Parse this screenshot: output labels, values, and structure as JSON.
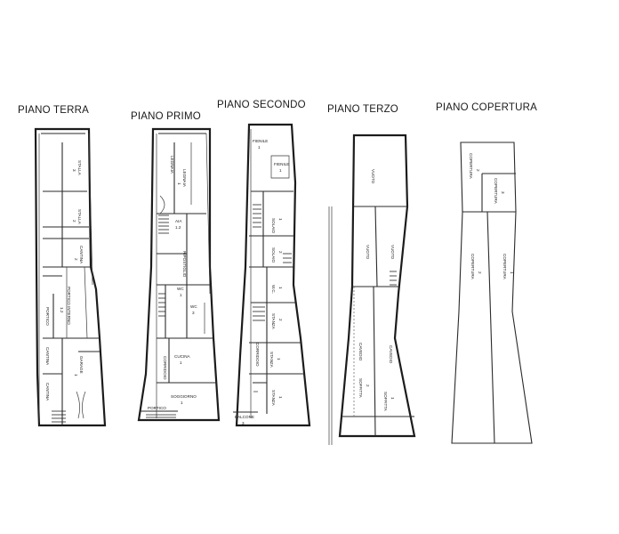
{
  "floors": [
    {
      "title": "PIANO TERRA",
      "rooms": [
        {
          "label": "STALLA",
          "num": "3"
        },
        {
          "label": "STALLA",
          "num": "2"
        },
        {
          "label": "CANTINA",
          "num": "2"
        },
        {
          "label": "PORTICO INTERNO",
          "num": "1.2"
        },
        {
          "label": "PORTICO",
          "num": ""
        },
        {
          "label": "CANTINA",
          "num": ""
        },
        {
          "label": "CANTINA",
          "num": ""
        },
        {
          "label": "GARAGE",
          "num": "1"
        }
      ]
    },
    {
      "title": "PIANO PRIMO",
      "rooms": [
        {
          "label": "LEGNAIA",
          "num": ""
        },
        {
          "label": "LEGNAIA",
          "num": "1"
        },
        {
          "label": "AIA",
          "num": "1.2"
        },
        {
          "label": "RIPOSTIGLIO",
          "num": ""
        },
        {
          "label": "WC",
          "num": "1"
        },
        {
          "label": "WC",
          "num": "3"
        },
        {
          "label": "CUCINA",
          "num": "1"
        },
        {
          "label": "CORRIDOIO",
          "num": ""
        },
        {
          "label": "SOGGIORNO",
          "num": "1"
        },
        {
          "label": "PORTICO",
          "num": ""
        }
      ]
    },
    {
      "title": "PIANO SECONDO",
      "rooms": [
        {
          "label": "FIENILE",
          "num": "1"
        },
        {
          "label": "FIENILE",
          "num": "1"
        },
        {
          "label": "SOLAIO",
          "num": "1"
        },
        {
          "label": "SOLAIO",
          "num": "2"
        },
        {
          "label": "W.C.",
          "num": "1"
        },
        {
          "label": "STANZA",
          "num": "2"
        },
        {
          "label": "CORRIDOIO",
          "num": ""
        },
        {
          "label": "STANZA",
          "num": "1"
        },
        {
          "label": "STANZA",
          "num": "1"
        },
        {
          "label": "BALCONE",
          "num": "3"
        }
      ]
    },
    {
      "title": "PIANO TERZO",
      "rooms": [
        {
          "label": "VUOTO",
          "num": ""
        },
        {
          "label": "VUOTO",
          "num": ""
        },
        {
          "label": "VUOTO",
          "num": ""
        },
        {
          "label": "CAVEDIO",
          "num": ""
        },
        {
          "label": "CAVEDIO",
          "num": ""
        },
        {
          "label": "SOFFITTA",
          "num": "2"
        },
        {
          "label": "SOFFITTA",
          "num": "1"
        }
      ]
    },
    {
      "title": "PIANO COPERTURA",
      "rooms": [
        {
          "label": "COPERTURA",
          "num": "2"
        },
        {
          "label": "COPERTURA",
          "num": "3"
        },
        {
          "label": "COPERTURA",
          "num": "2"
        },
        {
          "label": "COPERTURA",
          "num": "1"
        }
      ]
    }
  ]
}
